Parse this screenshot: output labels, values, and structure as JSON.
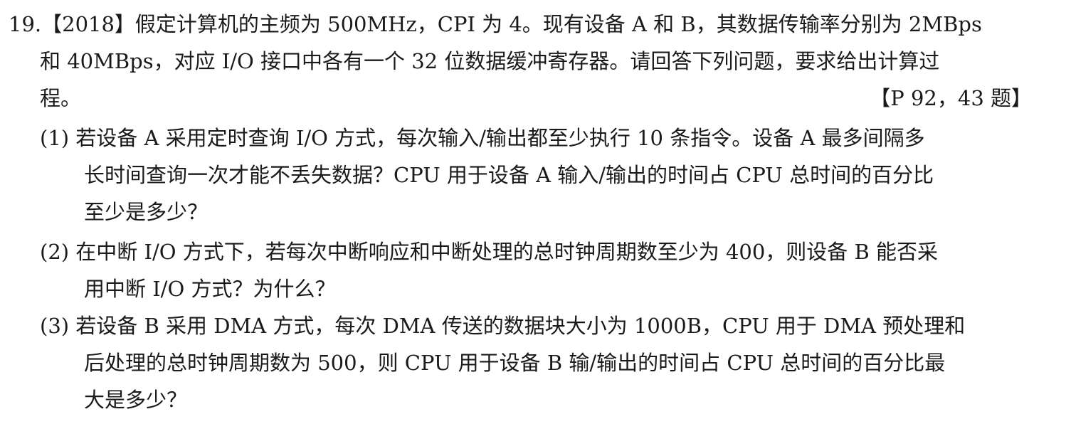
{
  "question": {
    "line1": "19.【2018】假定计算机的主频为 500MHz，CPI 为 4。现有设备 A 和 B，其数据传输率分别为 2MBps",
    "line2": "和 40MBps，对应 I/O 接口中各有一个 32 位数据缓冲寄存器。请回答下列问题，要求给出计算过",
    "line3": "程。",
    "reference": "【P 92，43 题】"
  },
  "subquestions": [
    {
      "lines": [
        "(1) 若设备 A 采用定时查询 I/O 方式，每次输入/输出都至少执行 10 条指令。设备 A 最多间隔多",
        "长时间查询一次才能不丢失数据？CPU 用于设备 A 输入/输出的时间占 CPU 总时间的百分比",
        "至少是多少？"
      ]
    },
    {
      "lines": [
        "(2) 在中断 I/O 方式下，若每次中断响应和中断处理的总时钟周期数至少为 400，则设备 B 能否采",
        "用中断 I/O 方式？为什么？"
      ]
    },
    {
      "lines": [
        "(3) 若设备 B 采用 DMA 方式，每次 DMA 传送的数据块大小为 1000B，CPU 用于 DMA 预处理和",
        "后处理的总时钟周期数为 500，则 CPU 用于设备 B 输/输出的时间占 CPU 总时间的百分比最",
        "大是多少？"
      ]
    }
  ]
}
